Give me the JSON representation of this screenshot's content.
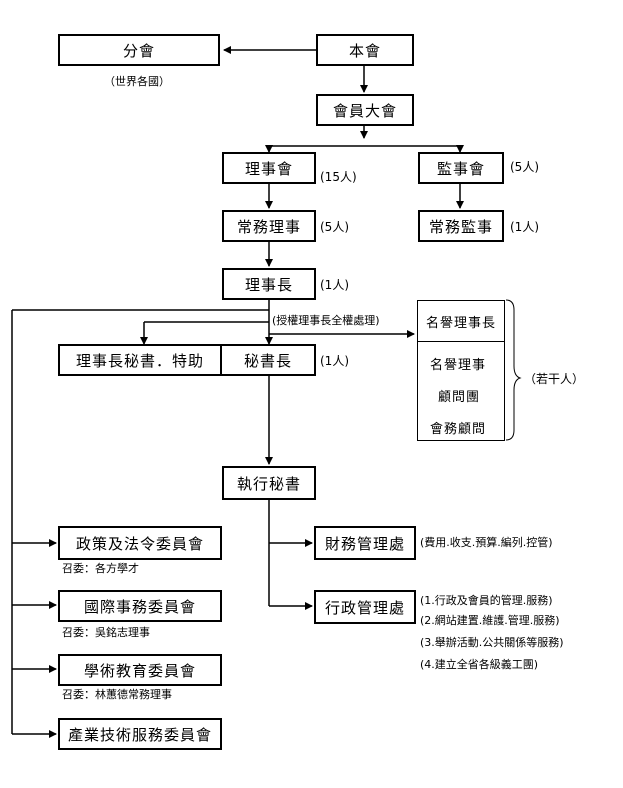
{
  "nodes": {
    "branch": "分會",
    "hq": "本會",
    "general_assembly": "會員大會",
    "board": "理事會",
    "supervisors": "監事會",
    "standing_directors": "常務理事",
    "standing_supervisor": "常務監事",
    "chairman": "理事長",
    "chairman_secretary": "理事長秘書．特助",
    "secretary_general": "秘書長",
    "honorary_chair": "名譽理事長",
    "honorary_group": [
      "名譽理事",
      "顧問團",
      "會務顧問"
    ],
    "executive_secretary": "執行秘書",
    "finance_office": "財務管理處",
    "admin_office": "行政管理處",
    "policy_committee": "政策及法令委員會",
    "intl_committee": "國際事務委員會",
    "academic_committee": "學術教育委員會",
    "industry_committee": "產業技術服務委員會"
  },
  "notes": {
    "branch_note": "（世界各國）",
    "board_count": "(15人)",
    "supervisors_count": "(5人)",
    "standing_directors_count": "(5人)",
    "standing_supervisor_count": "(1人)",
    "chairman_count": "(1人)",
    "secretary_general_count": "(1人)",
    "authorization": "(授權理事長全權處理)",
    "honorary_count": "（若干人）",
    "finance_duties": "(費用.收支.預算.編列.控管)",
    "admin_duties": [
      "(1.行政及會員的管理.服務)",
      "(2.網站建置.維護.管理.服務)",
      "(3.舉辦活動.公共關係等服務)",
      "(4.建立全省各級義工團)"
    ],
    "policy_convener": "召委：各方學才",
    "intl_convener": "召委：吳銘志理事",
    "academic_convener": "召委：林蕙德常務理事"
  }
}
